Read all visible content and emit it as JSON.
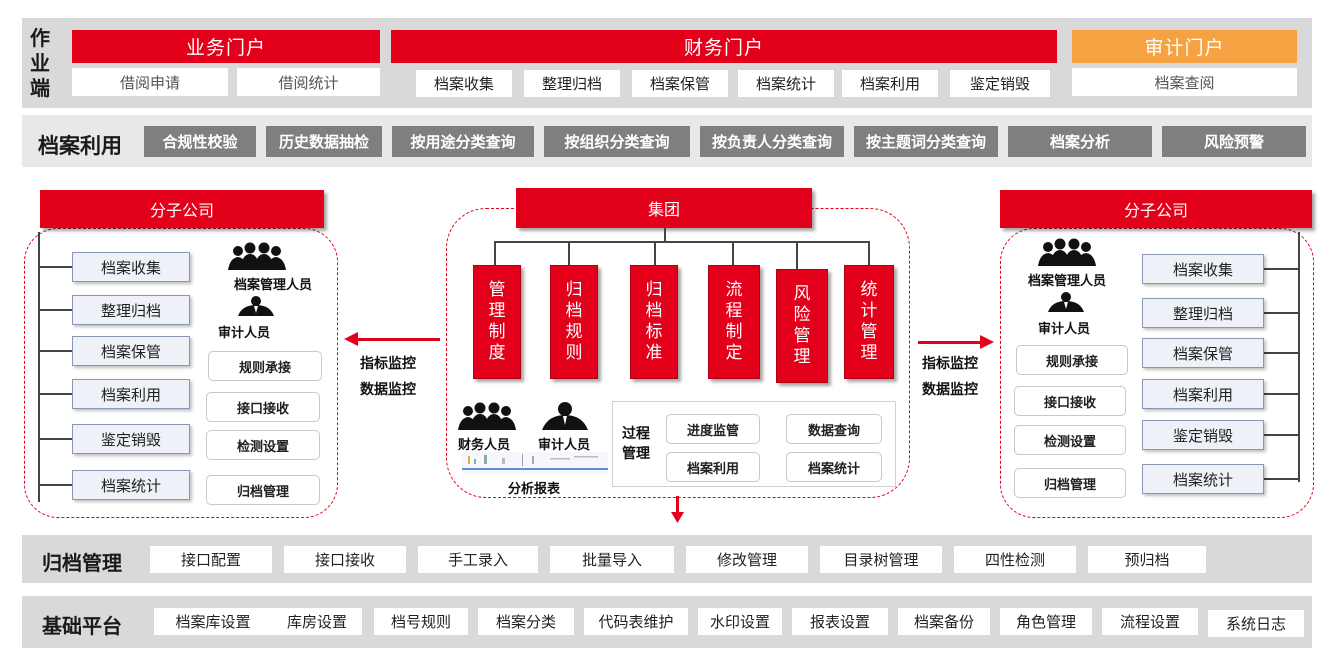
{
  "top": {
    "side_label": "作业端",
    "business": {
      "title": "业务门户",
      "items": [
        "借阅申请",
        "借阅统计"
      ]
    },
    "finance": {
      "title": "财务门户",
      "items": [
        "档案收集",
        "整理归档",
        "档案保管",
        "档案统计",
        "档案利用",
        "鉴定销毁"
      ]
    },
    "audit": {
      "title": "审计门户",
      "items": [
        "档案查阅"
      ]
    }
  },
  "usage": {
    "label": "档案利用",
    "items": [
      "合规性校验",
      "历史数据抽检",
      "按用途分类查询",
      "按组织分类查询",
      "按负责人分类查询",
      "按主题词分类查询",
      "档案分析",
      "风险预警"
    ]
  },
  "left_company": {
    "title": "分子公司",
    "modules": [
      "档案收集",
      "整理归档",
      "档案保管",
      "档案利用",
      "鉴定销毁",
      "档案统计"
    ],
    "roles": [
      "档案管理人员",
      "审计人员"
    ],
    "functions": [
      "规则承接",
      "接口接收",
      "检测设置",
      "归档管理"
    ]
  },
  "group": {
    "title": "集团",
    "pillars": [
      "管理制度",
      "归档规则",
      "归档标准",
      "流程制定",
      "风险管理",
      "统计管理"
    ],
    "roles": [
      "财务人员",
      "审计人员"
    ],
    "report_label": "分析报表",
    "process_label": "过程管理",
    "process_items": [
      "进度监管",
      "数据查询",
      "档案利用",
      "档案统计"
    ]
  },
  "monitor": {
    "line1": "指标监控",
    "line2": "数据监控"
  },
  "right_company": {
    "title": "分子公司",
    "roles": [
      "档案管理人员",
      "审计人员"
    ],
    "functions": [
      "规则承接",
      "接口接收",
      "检测设置",
      "归档管理"
    ],
    "modules": [
      "档案收集",
      "整理归档",
      "档案保管",
      "档案利用",
      "鉴定销毁",
      "档案统计"
    ]
  },
  "archive_mgmt": {
    "label": "归档管理",
    "items": [
      "接口配置",
      "接口接收",
      "手工录入",
      "批量导入",
      "修改管理",
      "目录树管理",
      "四性检测",
      "预归档"
    ]
  },
  "platform": {
    "label": "基础平台",
    "items": [
      "档案库设置",
      "库房设置",
      "档号规则",
      "档案分类",
      "代码表维护",
      "水印设置",
      "报表设置",
      "档案备份",
      "角色管理",
      "流程设置",
      "系统日志"
    ]
  },
  "colors": {
    "red": "#e3001b",
    "orange": "#f4a242",
    "gray_band": "#d9d9d9",
    "gray_box": "#7f7f7f"
  }
}
